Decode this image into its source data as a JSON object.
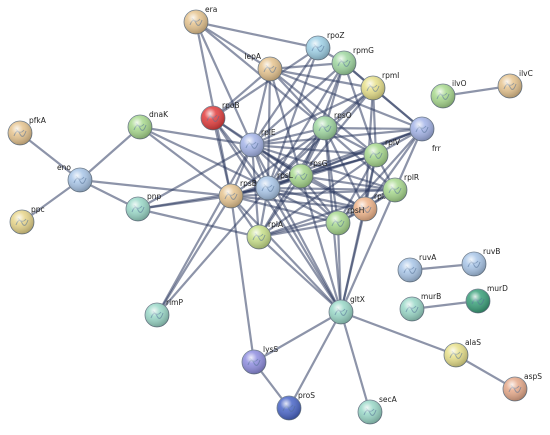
{
  "network": {
    "nodes": [
      {
        "id": "era",
        "label": "era",
        "color": "#e6c48f"
      },
      {
        "id": "rpoZ",
        "label": "rpoZ",
        "color": "#9ed0e6"
      },
      {
        "id": "rpmG",
        "label": "rpmG",
        "color": "#9fd7a0"
      },
      {
        "id": "lepA",
        "label": "lepA",
        "color": "#e6c48f"
      },
      {
        "id": "rpmI",
        "label": "rpmI",
        "color": "#e7e08a"
      },
      {
        "id": "ilvO",
        "label": "ilvO",
        "color": "#a8d98e"
      },
      {
        "id": "ilvC",
        "label": "ilvC",
        "color": "#e6c48f"
      },
      {
        "id": "pfkA",
        "label": "pfkA",
        "color": "#e6c48f"
      },
      {
        "id": "dnaK",
        "label": "dnaK",
        "color": "#a8d98e"
      },
      {
        "id": "rpoB",
        "label": "rpoB",
        "color": "#e23c3c"
      },
      {
        "id": "rplE",
        "label": "rplE",
        "color": "#a4b4e8"
      },
      {
        "id": "rpsO",
        "label": "rpsO",
        "color": "#9fd7a0"
      },
      {
        "id": "frr",
        "label": "frr",
        "color": "#a4b4e8"
      },
      {
        "id": "eno",
        "label": "eno",
        "color": "#a9c6e8"
      },
      {
        "id": "rplV",
        "label": "rplV",
        "color": "#a8d98e"
      },
      {
        "id": "rpsG",
        "label": "rpsG",
        "color": "#a8d98e"
      },
      {
        "id": "pnp",
        "label": "pnp",
        "color": "#9ad8c8"
      },
      {
        "id": "rpsB",
        "label": "rpsB",
        "color": "#e6c48f"
      },
      {
        "id": "rpsL",
        "label": "rpsL",
        "color": "#a9c6e8"
      },
      {
        "id": "rplX",
        "label": "rplX",
        "color": "#f0b48a"
      },
      {
        "id": "rplR",
        "label": "rplR",
        "color": "#a8d98e"
      },
      {
        "id": "ppc",
        "label": "ppc",
        "color": "#e7d58a"
      },
      {
        "id": "rplA",
        "label": "rplA",
        "color": "#c8e08a"
      },
      {
        "id": "rpsH",
        "label": "rpsH",
        "color": "#a8d98e"
      },
      {
        "id": "ruvA",
        "label": "ruvA",
        "color": "#a9c6e8"
      },
      {
        "id": "ruvB",
        "label": "ruvB",
        "color": "#a9c6e8"
      },
      {
        "id": "rimP",
        "label": "rimP",
        "color": "#9ad8c8"
      },
      {
        "id": "gltX",
        "label": "gltX",
        "color": "#9ad8c8"
      },
      {
        "id": "murB",
        "label": "murB",
        "color": "#9ad8c8"
      },
      {
        "id": "murD",
        "label": "murD",
        "color": "#3aa07a"
      },
      {
        "id": "alaS",
        "label": "alaS",
        "color": "#e7e08a"
      },
      {
        "id": "lysS",
        "label": "lysS",
        "color": "#8f8ee0"
      },
      {
        "id": "aspS",
        "label": "aspS",
        "color": "#e6a98a"
      },
      {
        "id": "proS",
        "label": "proS",
        "color": "#4a66c8"
      },
      {
        "id": "secA",
        "label": "secA",
        "color": "#9ad8c8"
      }
    ],
    "edges": [
      [
        "pfkA",
        "eno"
      ],
      [
        "ppc",
        "eno"
      ],
      [
        "eno",
        "dnaK"
      ],
      [
        "eno",
        "rpsB"
      ],
      [
        "eno",
        "pnp"
      ],
      [
        "ilvO",
        "ilvC"
      ],
      [
        "ruvA",
        "ruvB"
      ],
      [
        "murB",
        "murD"
      ],
      [
        "gltX",
        "alaS"
      ],
      [
        "alaS",
        "aspS"
      ],
      [
        "gltX",
        "lysS"
      ],
      [
        "gltX",
        "proS"
      ],
      [
        "lysS",
        "proS"
      ],
      [
        "gltX",
        "secA"
      ],
      [
        "lysS",
        "rpsB"
      ],
      [
        "rimP",
        "rpsB"
      ],
      [
        "rimP",
        "rplE"
      ],
      [
        "rimP",
        "rpsL"
      ],
      [
        "pnp",
        "rpsB"
      ],
      [
        "pnp",
        "rplE"
      ],
      [
        "pnp",
        "rpsL"
      ],
      [
        "pnp",
        "rplA"
      ],
      [
        "dnaK",
        "rpsB"
      ],
      [
        "dnaK",
        "rplE"
      ],
      [
        "dnaK",
        "rpsL"
      ],
      [
        "era",
        "rpsB"
      ],
      [
        "era",
        "rplE"
      ],
      [
        "era",
        "lepA"
      ],
      [
        "era",
        "rpsO"
      ],
      [
        "era",
        "rpoZ"
      ],
      [
        "rpoB",
        "rpoZ"
      ],
      [
        "rpoB",
        "rpsB"
      ],
      [
        "rpoB",
        "rplE"
      ],
      [
        "rpoB",
        "rpsL"
      ],
      [
        "rpoB",
        "rpsG"
      ],
      [
        "rpoB",
        "lepA"
      ],
      [
        "lepA",
        "rplE"
      ],
      [
        "lepA",
        "rpsL"
      ],
      [
        "lepA",
        "rpsG"
      ],
      [
        "lepA",
        "rpsO"
      ],
      [
        "lepA",
        "rpmG"
      ],
      [
        "lepA",
        "rpmI"
      ],
      [
        "lepA",
        "rplV"
      ],
      [
        "lepA",
        "frr"
      ],
      [
        "rpoZ",
        "rplE"
      ],
      [
        "rpoZ",
        "rpsL"
      ],
      [
        "rpoZ",
        "rpmG"
      ],
      [
        "rpmG",
        "rplE"
      ],
      [
        "rpmG",
        "rpsO"
      ],
      [
        "rpmG",
        "rpsG"
      ],
      [
        "rpmG",
        "rpmI"
      ],
      [
        "rpmG",
        "frr"
      ],
      [
        "rpmG",
        "rplV"
      ],
      [
        "rpmG",
        "rpsL"
      ],
      [
        "rpmI",
        "rplE"
      ],
      [
        "rpmI",
        "rpsO"
      ],
      [
        "rpmI",
        "rpsG"
      ],
      [
        "rpmI",
        "frr"
      ],
      [
        "rpmI",
        "rplV"
      ],
      [
        "rpmI",
        "rpsL"
      ],
      [
        "rpmI",
        "rplX"
      ],
      [
        "frr",
        "rplE"
      ],
      [
        "frr",
        "rpsO"
      ],
      [
        "frr",
        "rpsG"
      ],
      [
        "frr",
        "rplV"
      ],
      [
        "frr",
        "rplR"
      ],
      [
        "frr",
        "rplX"
      ],
      [
        "frr",
        "rpsL"
      ],
      [
        "frr",
        "rpsH"
      ],
      [
        "frr",
        "rpsB"
      ],
      [
        "rplE",
        "rpsO"
      ],
      [
        "rplE",
        "rpsG"
      ],
      [
        "rplE",
        "rplV"
      ],
      [
        "rplE",
        "rpsB"
      ],
      [
        "rplE",
        "rpsL"
      ],
      [
        "rplE",
        "rplX"
      ],
      [
        "rplE",
        "rplR"
      ],
      [
        "rplE",
        "rplA"
      ],
      [
        "rplE",
        "rpsH"
      ],
      [
        "rplE",
        "gltX"
      ],
      [
        "rpsO",
        "rpsG"
      ],
      [
        "rpsO",
        "rplV"
      ],
      [
        "rpsO",
        "rpsB"
      ],
      [
        "rpsO",
        "rpsL"
      ],
      [
        "rpsO",
        "rplX"
      ],
      [
        "rpsO",
        "rplR"
      ],
      [
        "rpsO",
        "rplA"
      ],
      [
        "rpsO",
        "rpsH"
      ],
      [
        "rplV",
        "rpsG"
      ],
      [
        "rplV",
        "rpsB"
      ],
      [
        "rplV",
        "rpsL"
      ],
      [
        "rplV",
        "rplX"
      ],
      [
        "rplV",
        "rplR"
      ],
      [
        "rplV",
        "rplA"
      ],
      [
        "rplV",
        "rpsH"
      ],
      [
        "rpsG",
        "rpsB"
      ],
      [
        "rpsG",
        "rpsL"
      ],
      [
        "rpsG",
        "rplX"
      ],
      [
        "rpsG",
        "rplR"
      ],
      [
        "rpsG",
        "rplA"
      ],
      [
        "rpsG",
        "rpsH"
      ],
      [
        "rpsG",
        "gltX"
      ],
      [
        "rpsB",
        "rpsL"
      ],
      [
        "rpsB",
        "rplX"
      ],
      [
        "rpsB",
        "rplR"
      ],
      [
        "rpsB",
        "rplA"
      ],
      [
        "rpsB",
        "rpsH"
      ],
      [
        "rpsB",
        "gltX"
      ],
      [
        "rpsL",
        "rplX"
      ],
      [
        "rpsL",
        "rplR"
      ],
      [
        "rpsL",
        "rplA"
      ],
      [
        "rpsL",
        "rpsH"
      ],
      [
        "rpsL",
        "gltX"
      ],
      [
        "rplX",
        "rplR"
      ],
      [
        "rplX",
        "rplA"
      ],
      [
        "rplX",
        "rpsH"
      ],
      [
        "rplX",
        "gltX"
      ],
      [
        "rplR",
        "rplA"
      ],
      [
        "rplR",
        "rpsH"
      ],
      [
        "rplR",
        "gltX"
      ],
      [
        "rplA",
        "rpsH"
      ],
      [
        "rplA",
        "gltX"
      ],
      [
        "rpsH",
        "gltX"
      ],
      [
        "rpoB",
        "gltX"
      ],
      [
        "rpsO",
        "gltX"
      ],
      [
        "rplV",
        "gltX"
      ]
    ]
  }
}
